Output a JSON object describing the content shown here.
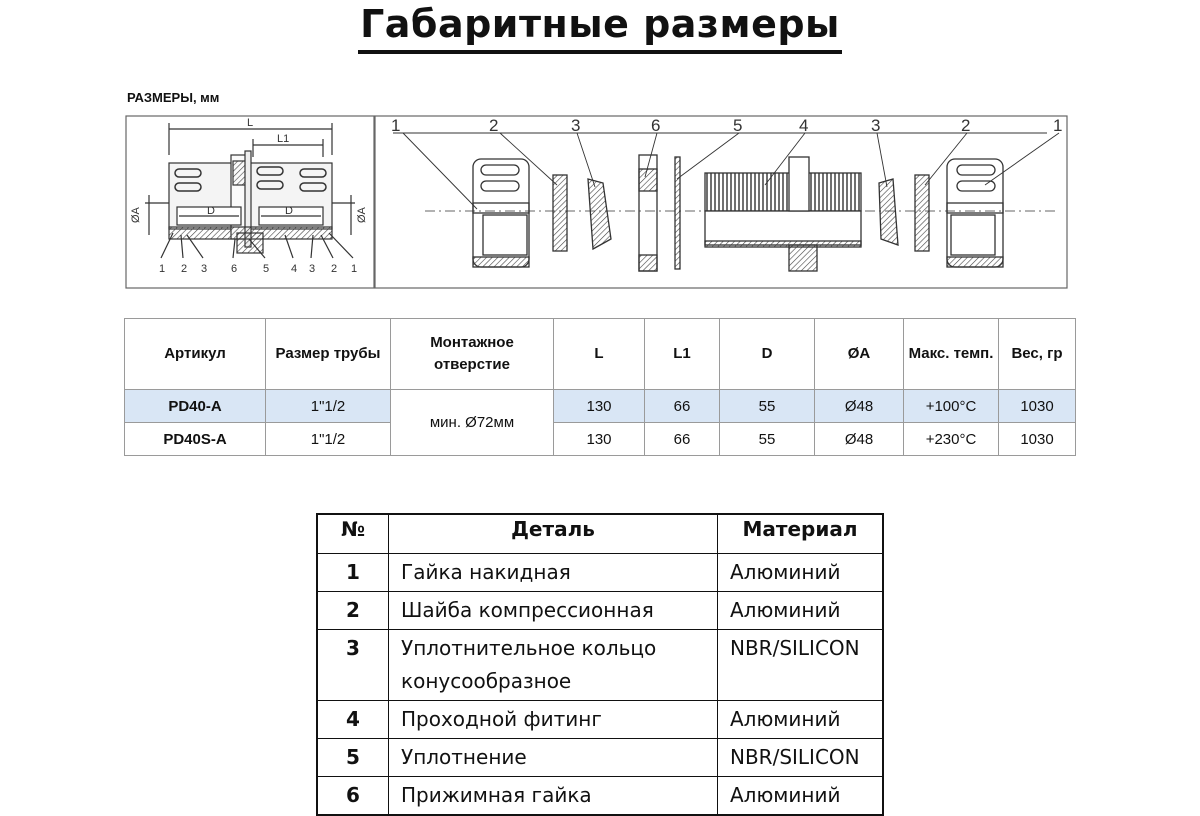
{
  "title": "Габаритные размеры",
  "dims_label": "РАЗМЕРЫ, мм",
  "drawing": {
    "left_labels": {
      "L": "L",
      "L1": "L1",
      "D": "D",
      "A": "ØA"
    },
    "left_parts": [
      "1",
      "2",
      "3",
      "6",
      "5",
      "4",
      "3",
      "2",
      "1"
    ],
    "exploded_parts": [
      "1",
      "2",
      "3",
      "6",
      "5",
      "4",
      "3",
      "2",
      "1"
    ]
  },
  "spec_table": {
    "headers": [
      "Артикул",
      "Размер трубы",
      "Монтажное отверстие",
      "L",
      "L1",
      "D",
      "ØA",
      "Макс. темп.",
      "Вес, гр"
    ],
    "rows": [
      {
        "article": "PD40-A",
        "pipe": "1\"1/2",
        "L": "130",
        "L1": "66",
        "D": "55",
        "A": "Ø48",
        "temp": "+100°C",
        "weight": "1030"
      },
      {
        "article": "PD40S-A",
        "pipe": "1\"1/2",
        "L": "130",
        "L1": "66",
        "D": "55",
        "A": "Ø48",
        "temp": "+230°C",
        "weight": "1030"
      }
    ],
    "mount": "мин. Ø72мм"
  },
  "parts_table": {
    "headers": [
      "№",
      "Деталь",
      "Материал"
    ],
    "rows": [
      {
        "num": "1",
        "detail": "Гайка накидная",
        "material": "Алюминий"
      },
      {
        "num": "2",
        "detail": "Шайба компрессионная",
        "material": "Алюминий"
      },
      {
        "num": "3",
        "detail": "Уплотнительное кольцо конусообразное",
        "material": "NBR/SILICON"
      },
      {
        "num": "4",
        "detail": "Проходной фитинг",
        "material": "Алюминий"
      },
      {
        "num": "5",
        "detail": "Уплотнение",
        "material": "NBR/SILICON"
      },
      {
        "num": "6",
        "detail": "Прижимная гайка",
        "material": "Алюминий"
      }
    ]
  }
}
